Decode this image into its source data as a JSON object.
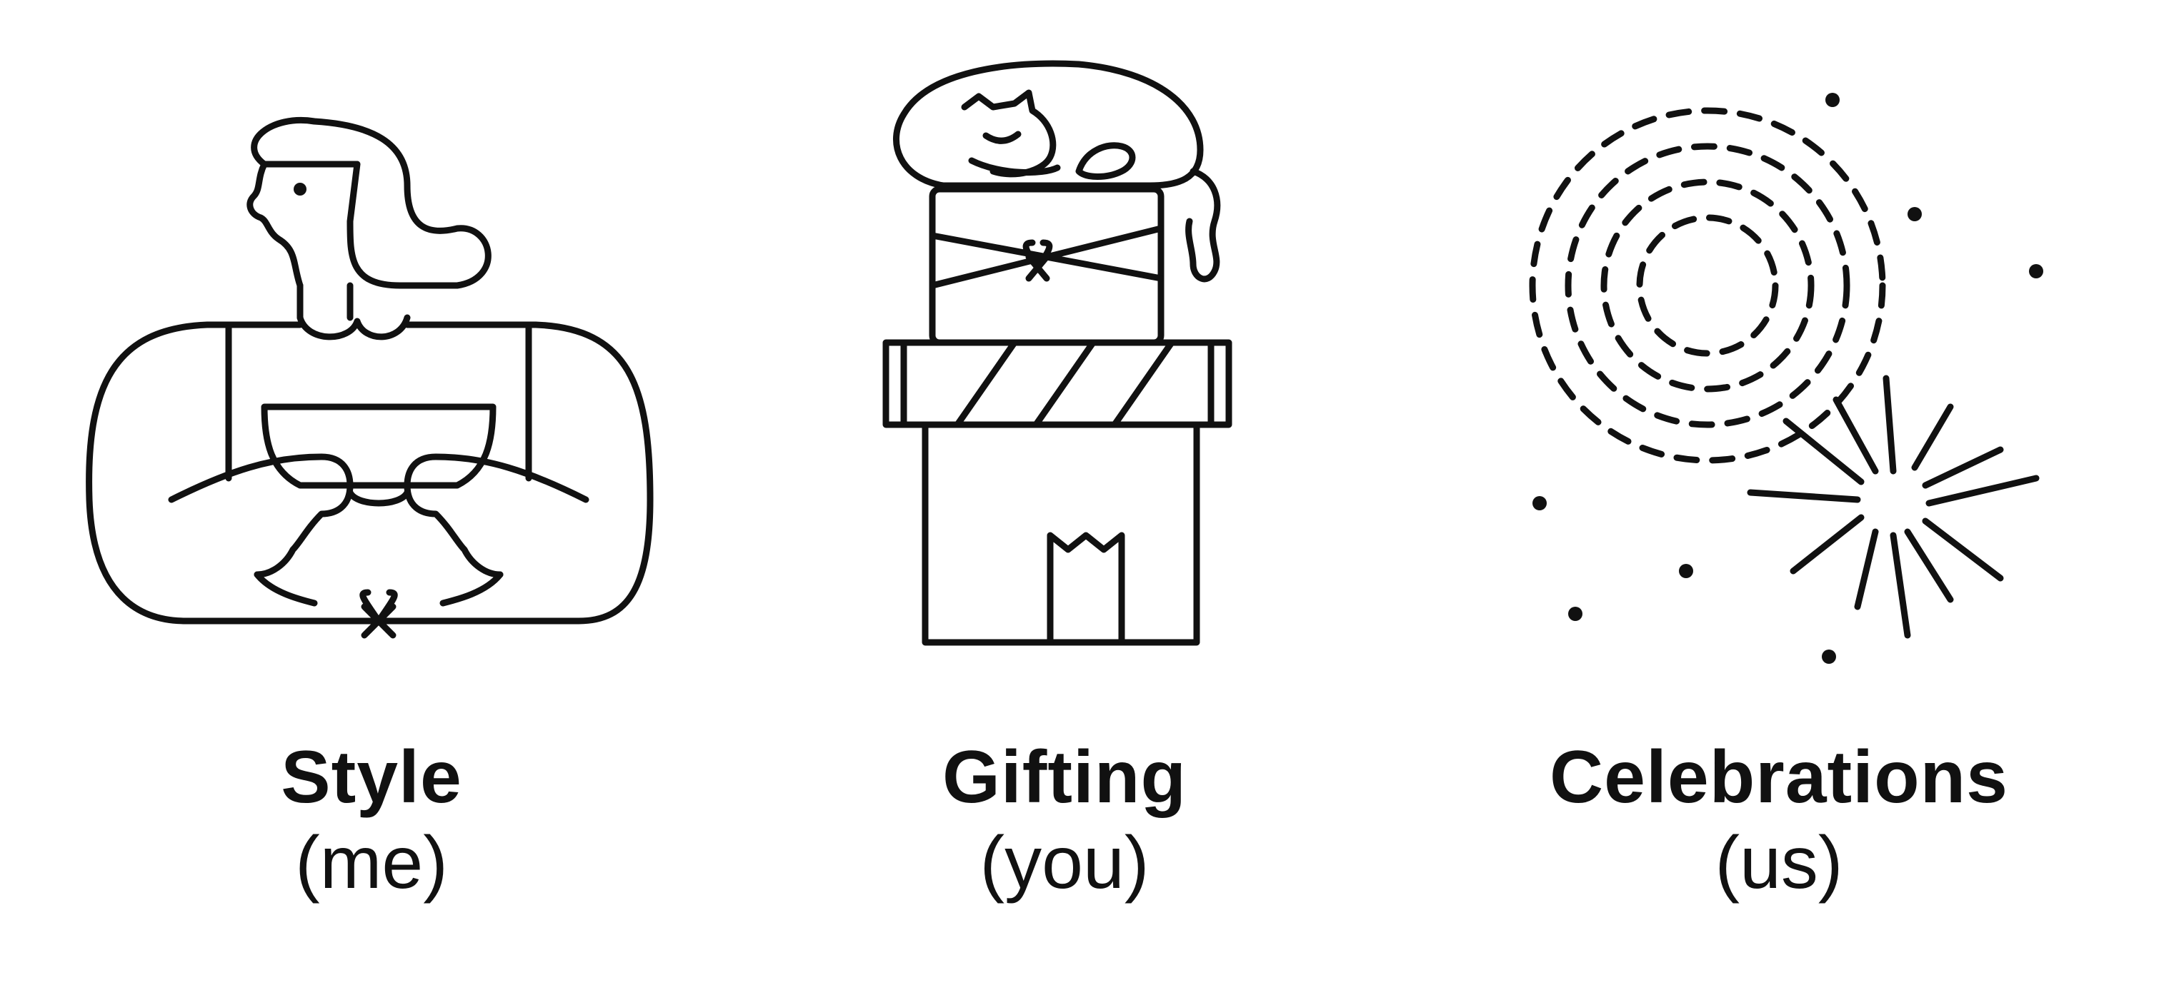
{
  "cards": [
    {
      "title": "Style",
      "subtitle": "(me)",
      "icon": "woman-holding-gift-icon"
    },
    {
      "title": "Gifting",
      "subtitle": "(you)",
      "icon": "stacked-gift-boxes-with-cat-icon"
    },
    {
      "title": "Celebrations",
      "subtitle": "(us)",
      "icon": "fireworks-icon"
    }
  ],
  "colors": {
    "ink": "#111111",
    "background": "#ffffff"
  }
}
